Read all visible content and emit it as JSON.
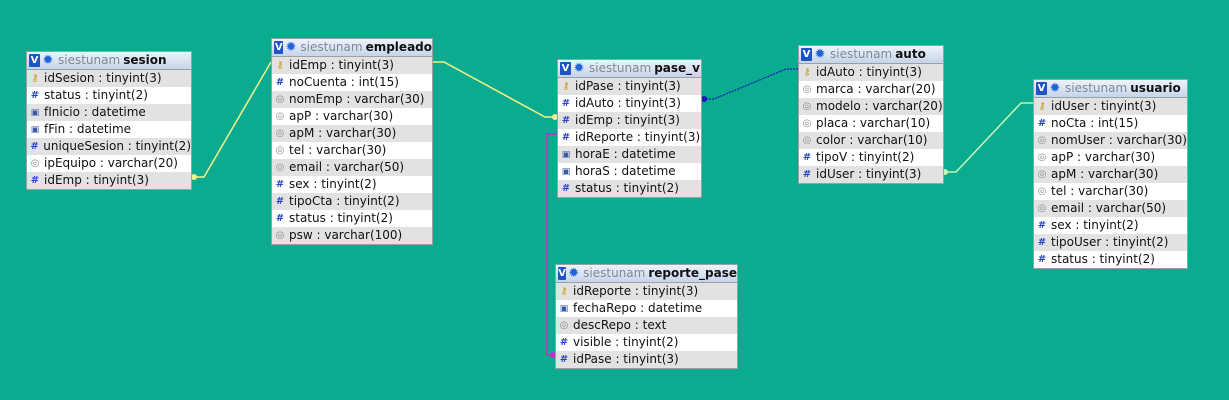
{
  "colors": {
    "background": "#0aab8e",
    "header_gradient_top": "#eef3fb",
    "header_gradient_bottom": "#c6d4ea",
    "link_yellow": "#f5f28a",
    "link_blue": "#1a1ab8",
    "link_green": "#c8f5b8",
    "link_magenta": "#c030c8"
  },
  "tables": {
    "sesion": {
      "toggle": "V",
      "db": "siestunam",
      "name": "sesion",
      "fields": [
        {
          "icon": "key-icon",
          "text": "idSesion : tinyint(3)"
        },
        {
          "icon": "number-icon",
          "text": "status : tinyint(2)"
        },
        {
          "icon": "date-icon",
          "text": "fInicio : datetime"
        },
        {
          "icon": "date-icon",
          "text": "fFin : datetime"
        },
        {
          "icon": "number-icon",
          "text": "uniqueSesion : tinyint(2)"
        },
        {
          "icon": "string-icon",
          "text": "ipEquipo : varchar(20)"
        },
        {
          "icon": "number-icon",
          "text": "idEmp : tinyint(3)"
        }
      ]
    },
    "empleado": {
      "toggle": "V",
      "db": "siestunam",
      "name": "empleado",
      "fields": [
        {
          "icon": "key-icon",
          "text": "idEmp : tinyint(3)"
        },
        {
          "icon": "number-icon",
          "text": "noCuenta : int(15)"
        },
        {
          "icon": "string-icon",
          "text": "nomEmp : varchar(30)"
        },
        {
          "icon": "string-icon",
          "text": "apP : varchar(30)"
        },
        {
          "icon": "string-icon",
          "text": "apM : varchar(30)"
        },
        {
          "icon": "string-icon",
          "text": "tel : varchar(30)"
        },
        {
          "icon": "string-icon",
          "text": "email : varchar(50)"
        },
        {
          "icon": "number-icon",
          "text": "sex : tinyint(2)"
        },
        {
          "icon": "number-icon",
          "text": "tipoCta : tinyint(2)"
        },
        {
          "icon": "number-icon",
          "text": "status : tinyint(2)"
        },
        {
          "icon": "string-icon",
          "text": "psw : varchar(100)"
        }
      ]
    },
    "pase_v": {
      "toggle": "V",
      "db": "siestunam",
      "name": "pase_v",
      "fields": [
        {
          "icon": "key-icon",
          "text": "idPase : tinyint(3)"
        },
        {
          "icon": "number-icon",
          "text": "idAuto : tinyint(3)"
        },
        {
          "icon": "number-icon",
          "text": "idEmp : tinyint(3)"
        },
        {
          "icon": "number-icon",
          "text": "idReporte : tinyint(3)"
        },
        {
          "icon": "date-icon",
          "text": "horaE : datetime"
        },
        {
          "icon": "date-icon",
          "text": "horaS : datetime"
        },
        {
          "icon": "number-icon",
          "text": "status : tinyint(2)"
        }
      ]
    },
    "reporte_pase": {
      "toggle": "V",
      "db": "siestunam",
      "name": "reporte_pase",
      "fields": [
        {
          "icon": "key-icon",
          "text": "idReporte : tinyint(3)"
        },
        {
          "icon": "date-icon",
          "text": "fechaRepo : datetime"
        },
        {
          "icon": "string-icon",
          "text": "descRepo : text"
        },
        {
          "icon": "number-icon",
          "text": "visible : tinyint(2)"
        },
        {
          "icon": "number-icon",
          "text": "idPase : tinyint(3)"
        }
      ]
    },
    "auto": {
      "toggle": "V",
      "db": "siestunam",
      "name": "auto",
      "fields": [
        {
          "icon": "key-icon",
          "text": "idAuto : tinyint(3)"
        },
        {
          "icon": "string-icon",
          "text": "marca : varchar(20)"
        },
        {
          "icon": "string-icon",
          "text": "modelo : varchar(20)"
        },
        {
          "icon": "string-icon",
          "text": "placa : varchar(10)"
        },
        {
          "icon": "string-icon",
          "text": "color : varchar(10)"
        },
        {
          "icon": "number-icon",
          "text": "tipoV : tinyint(2)"
        },
        {
          "icon": "number-icon",
          "text": "idUser : tinyint(3)"
        }
      ]
    },
    "usuario": {
      "toggle": "V",
      "db": "siestunam",
      "name": "usuario",
      "fields": [
        {
          "icon": "key-icon",
          "text": "idUser : tinyint(3)"
        },
        {
          "icon": "number-icon",
          "text": "noCta : int(15)"
        },
        {
          "icon": "string-icon",
          "text": "nomUser : varchar(30)"
        },
        {
          "icon": "string-icon",
          "text": "apP : varchar(30)"
        },
        {
          "icon": "string-icon",
          "text": "apM : varchar(30)"
        },
        {
          "icon": "string-icon",
          "text": "tel : varchar(30)"
        },
        {
          "icon": "string-icon",
          "text": "email : varchar(50)"
        },
        {
          "icon": "number-icon",
          "text": "sex : tinyint(2)"
        },
        {
          "icon": "number-icon",
          "text": "tipoUser : tinyint(2)"
        },
        {
          "icon": "number-icon",
          "text": "status : tinyint(2)"
        }
      ]
    }
  }
}
